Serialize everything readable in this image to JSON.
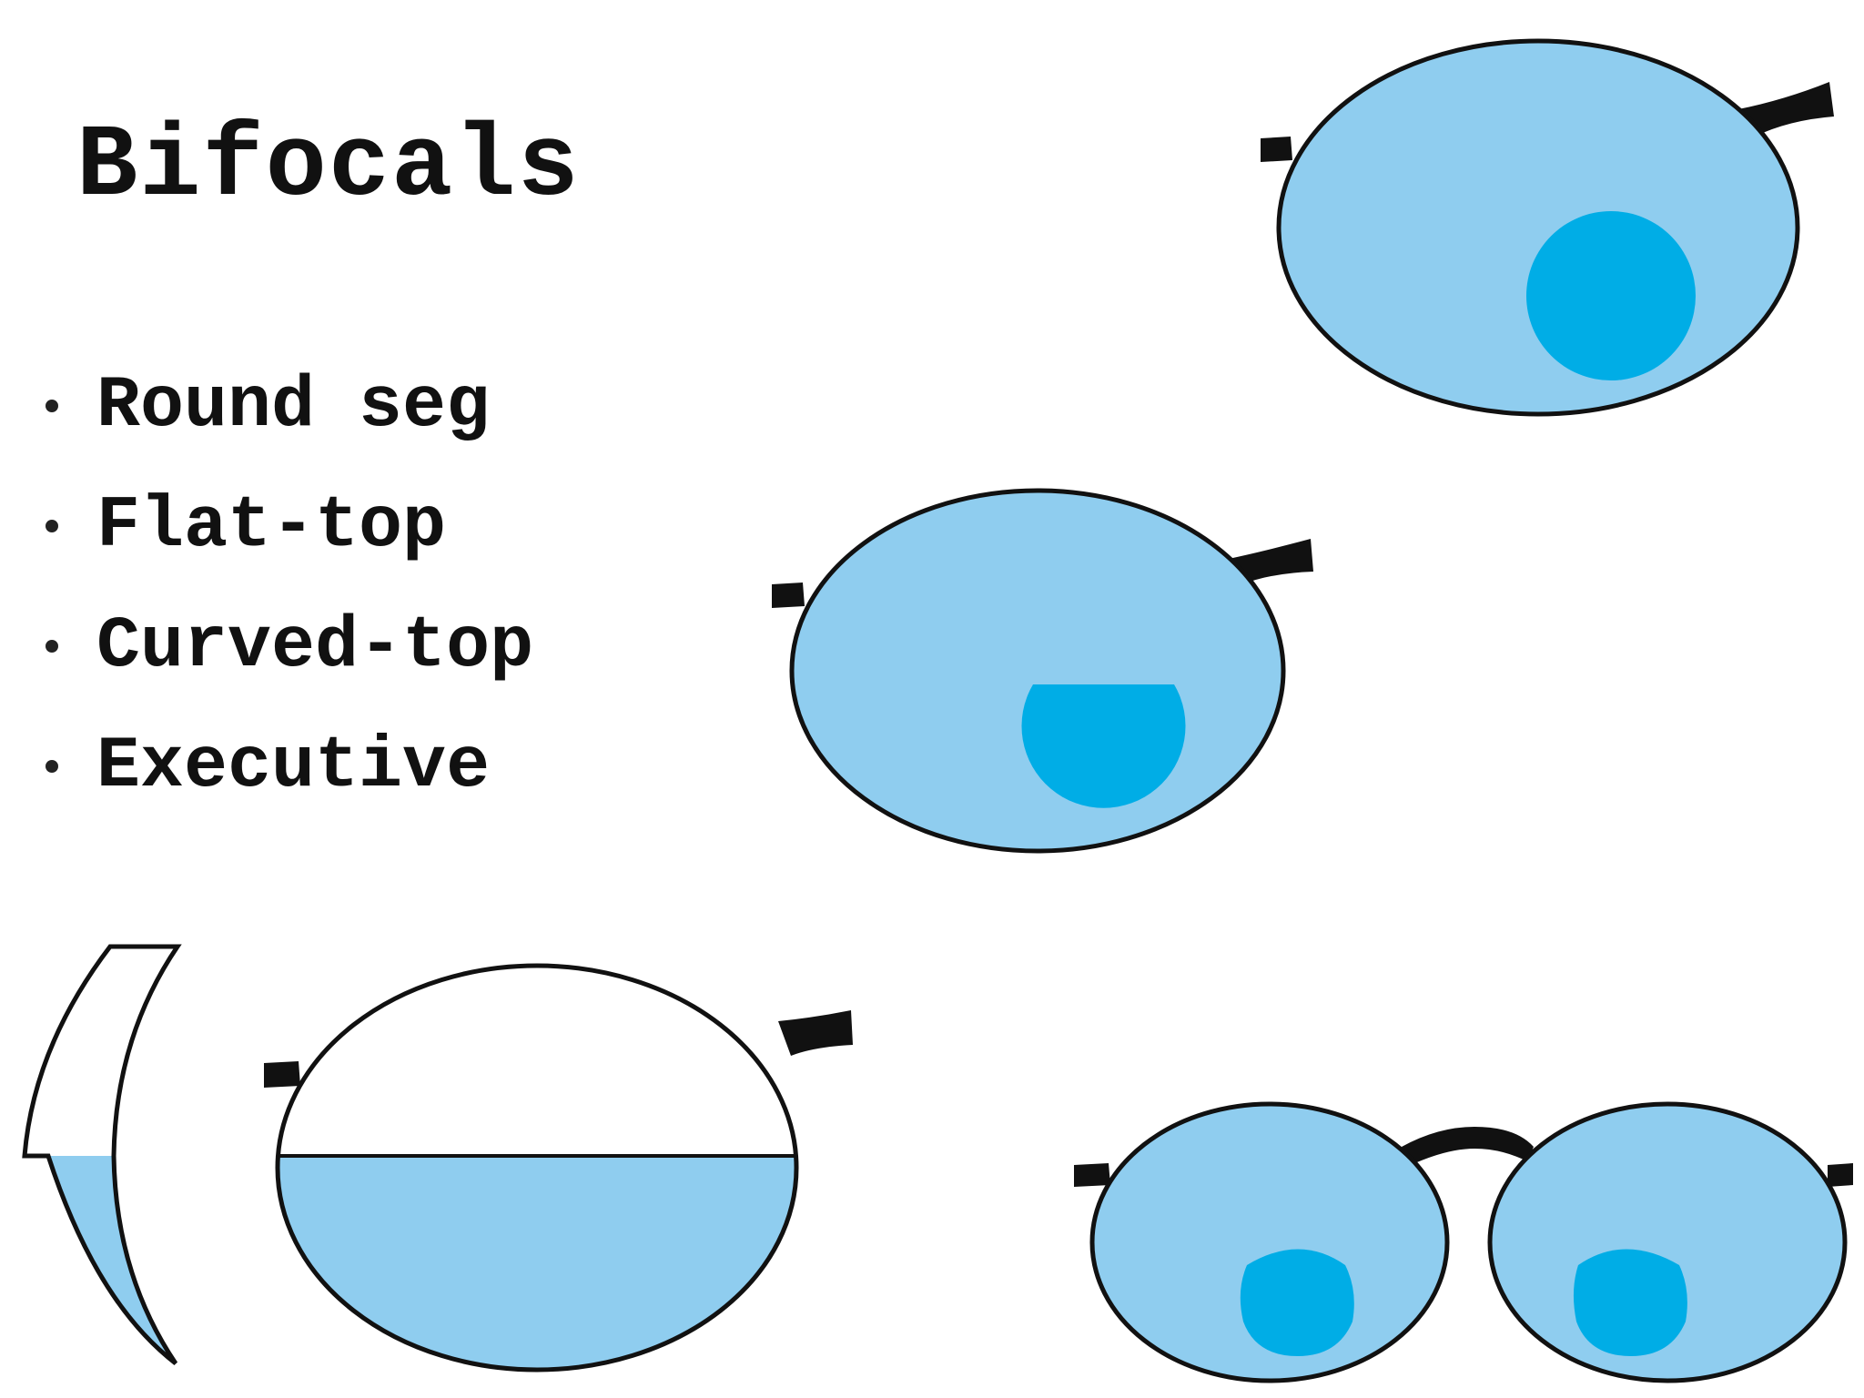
{
  "slide": {
    "title": "Bifocals",
    "bullets": [
      {
        "label": "Round seg"
      },
      {
        "label": "Flat-top"
      },
      {
        "label": "Curved-top"
      },
      {
        "label": "Executive"
      }
    ]
  },
  "colors": {
    "lens_fill": "#8fcdef",
    "segment_fill": "#00ade6",
    "outline": "#111111",
    "background": "#ffffff"
  },
  "illustrations": [
    {
      "name": "round-seg-lens",
      "segment_shape": "circle"
    },
    {
      "name": "flat-top-lens",
      "segment_shape": "flat-top"
    },
    {
      "name": "executive-lens",
      "segment_shape": "full-width lower half",
      "with_profile_view": true
    },
    {
      "name": "curved-top-glasses",
      "segment_shape": "curved-top",
      "lens_count": 2
    }
  ]
}
